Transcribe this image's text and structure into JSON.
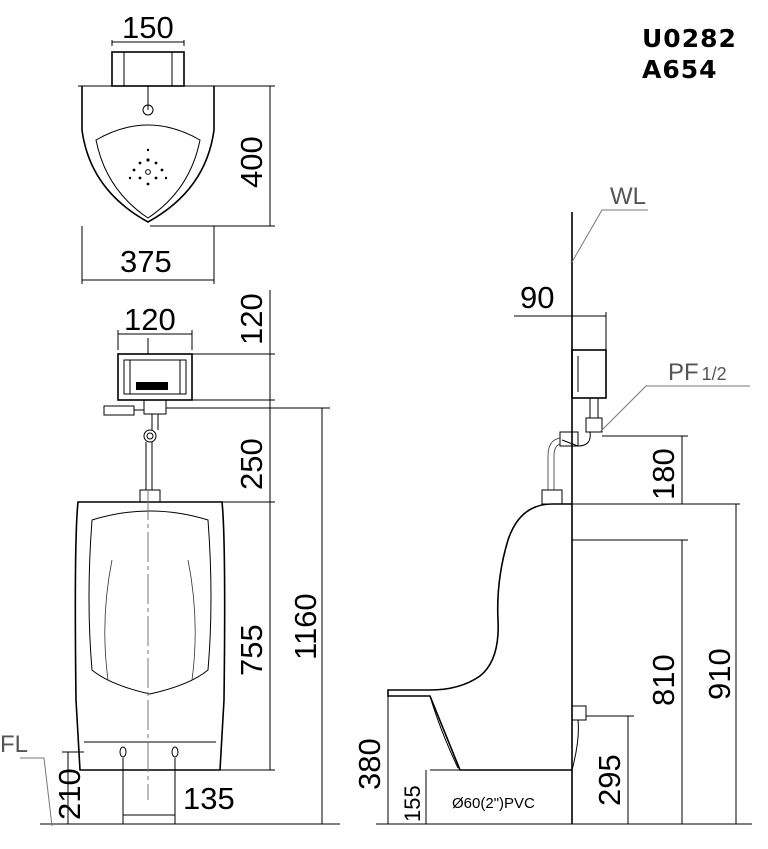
{
  "model": {
    "line1": "U0282",
    "line2": "A654"
  },
  "labels": {
    "wl": "WL",
    "fl": "FL",
    "pf": "PF",
    "pf_sub": "1/2",
    "pipe": "Ø60(2\")PVC"
  },
  "dimensions": {
    "top_width": "150",
    "top_height": "400",
    "top_base_width": "375",
    "valve_width": "120",
    "valve_height": "120",
    "pipe_length": "250",
    "urinal_height": "755",
    "total_height": "1160",
    "floor_height": "210",
    "hole_spacing": "135",
    "wall_offset": "90",
    "inlet_drop": "180",
    "rim_height": "910",
    "spud_height": "810",
    "lip_height": "380",
    "outlet_height": "295",
    "drain_height": "155"
  }
}
